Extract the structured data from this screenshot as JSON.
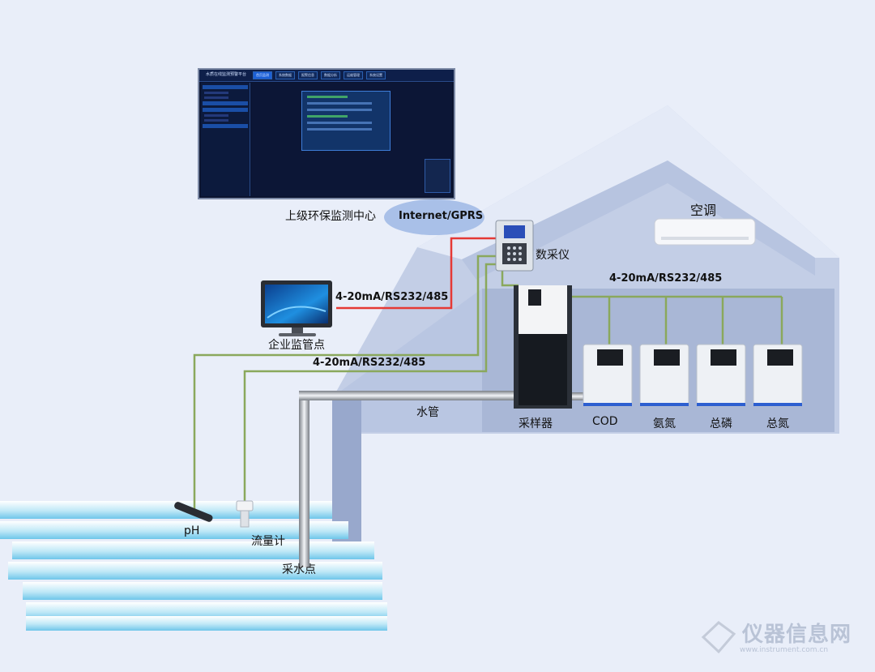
{
  "dashboard": {
    "title": "水质在线监测预警平台",
    "tabs": [
      "首页监测",
      "系统数据",
      "报警信息",
      "数据分析",
      "运维管理",
      "系统设置"
    ]
  },
  "labels": {
    "center": "上级环保监测中心",
    "internet": "Internet/GPRS",
    "daq": "数采仪",
    "aircon": "空调",
    "protocol_room": "4-20mA/RS232/485",
    "protocol_monitor": "4-20mA/RS232/485",
    "protocol_lower": "4-20mA/RS232/485",
    "enterprise": "企业监管点",
    "water_pipe": "水管",
    "sampler": "采样器",
    "cod": "COD",
    "ammonia": "氨氮",
    "total_phosphorus": "总磷",
    "total_nitrogen": "总氮",
    "ph": "pH",
    "flowmeter": "流量计",
    "sampling_point": "采水点"
  },
  "watermark": {
    "text": "仪器信息网",
    "url": "www.instrument.com.cn"
  },
  "colors": {
    "signal_red": "#e53935",
    "signal_green": "#8aa85c",
    "house": "#aab8d6",
    "water": "#8ed3ee"
  }
}
